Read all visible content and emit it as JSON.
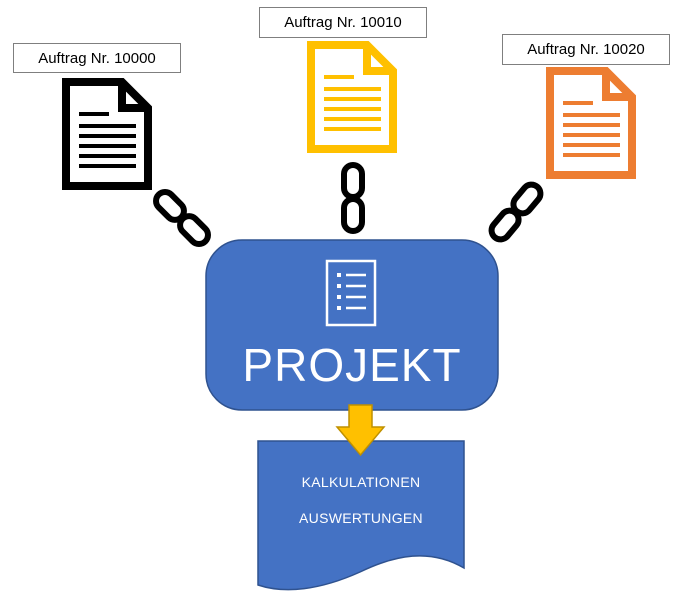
{
  "orders": [
    {
      "label": "Auftrag Nr. 10000",
      "color": "#000000"
    },
    {
      "label": "Auftrag Nr. 10010",
      "color": "#FFC000"
    },
    {
      "label": "Auftrag Nr. 10020",
      "color": "#ED7D31"
    }
  ],
  "project": {
    "title": "PROJEKT",
    "color": "#4472C4"
  },
  "arrow_color": "#FFC000",
  "output": {
    "line1": "KALKULATIONEN",
    "line2": "AUSWERTUNGEN",
    "color": "#4472C4"
  },
  "icons": [
    "document-icon",
    "chain-link-icon",
    "checklist-icon",
    "down-arrow-icon"
  ]
}
